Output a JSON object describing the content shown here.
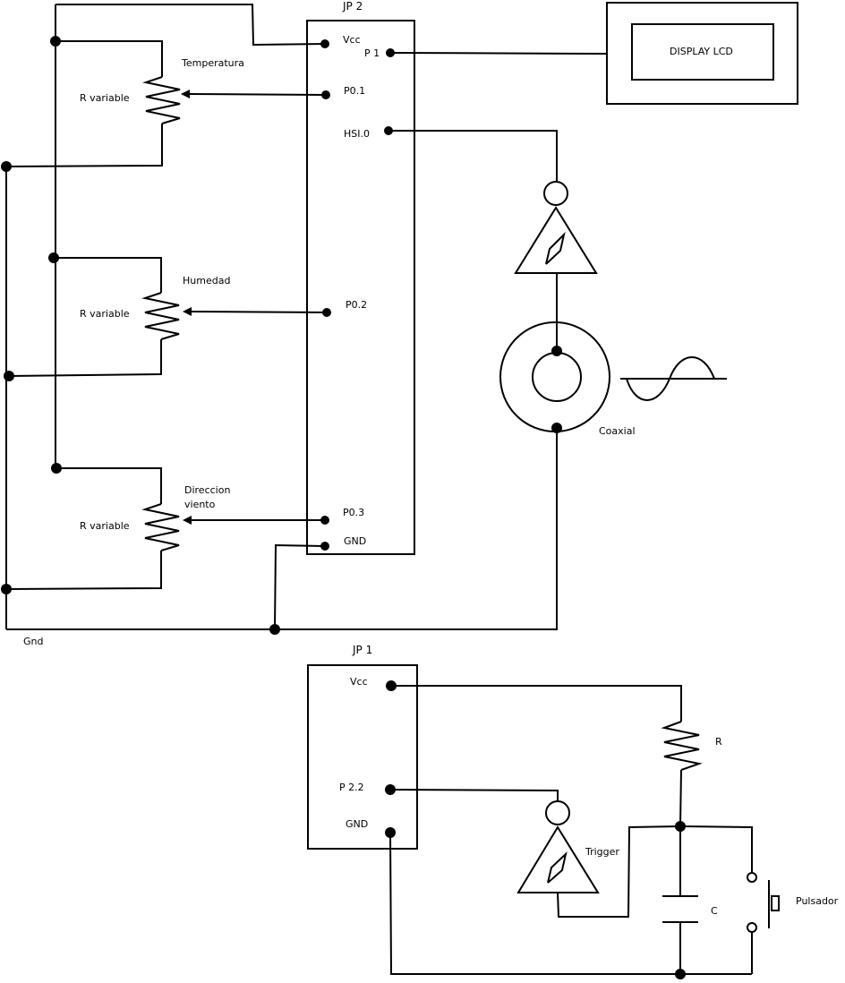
{
  "jp2": {
    "title": "JP 2",
    "vcc": "Vcc",
    "p1": "P 1",
    "p01": "P0.1",
    "hsi": "HSI.0",
    "p02": "P0.2",
    "p03": "P0.3",
    "gnd": "GND"
  },
  "jp1": {
    "title": "JP 1",
    "vcc": "Vcc",
    "p22": "P 2.2",
    "gnd": "GND"
  },
  "display": {
    "label": "DISPLAY LCD"
  },
  "sensors": {
    "temperatura": "Temperatura",
    "humedad": "Humedad",
    "direccion_line1": "Direccion",
    "direccion_line2": "viento",
    "r_variable_1": "R variable",
    "r_variable_2": "R variable",
    "r_variable_3": "R variable"
  },
  "labels": {
    "gnd": "Gnd",
    "coaxial": "Coaxial",
    "r": "R",
    "c": "C",
    "trigger": "Trigger",
    "pulsador": "Pulsador"
  }
}
